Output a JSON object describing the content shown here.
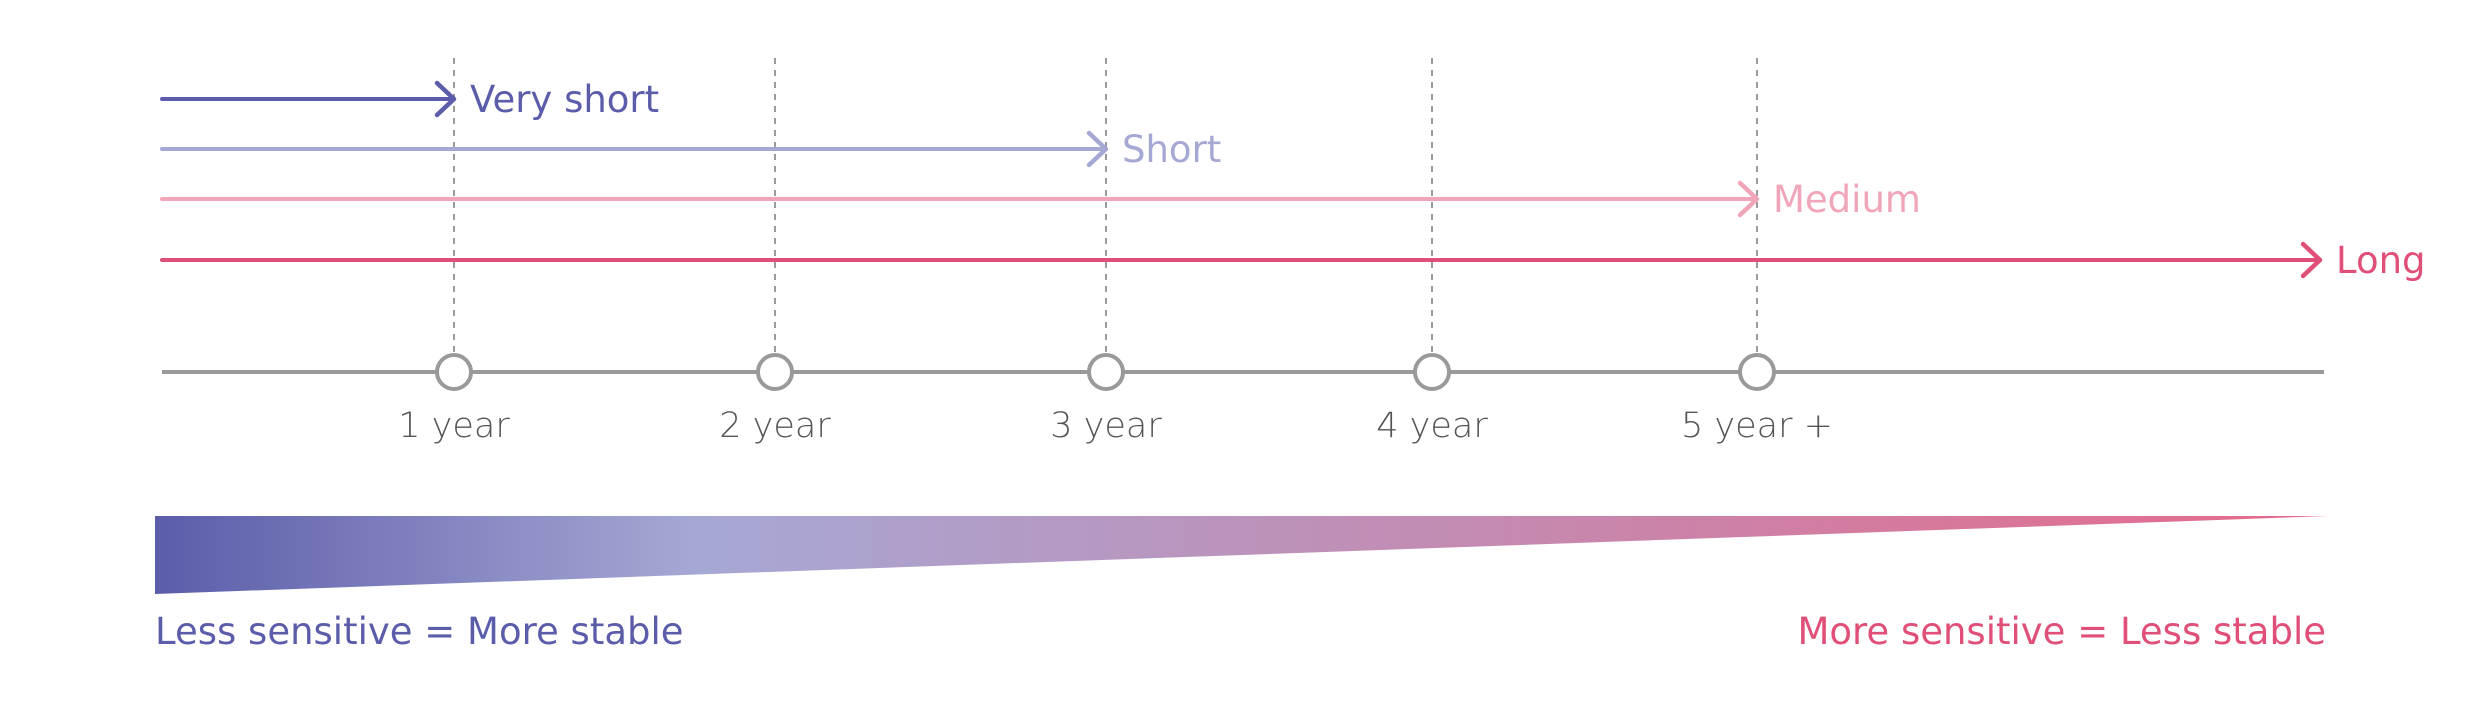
{
  "colors": {
    "very_short": "#5b5daa",
    "short": "#a6a8d4",
    "medium": "#f0a5b9",
    "long": "#e04f78",
    "axis": "#9a9a9a",
    "gridline": "#9a9a9a",
    "tick_text": "#555555",
    "left_caption": "#5b5daa",
    "right_caption": "#e04f78",
    "gradient_start": "#5b5daa",
    "gradient_mid": "#a6a8d4",
    "gradient_end": "#e56a8b"
  },
  "horizons": [
    {
      "key": "very_short",
      "label": "Very short",
      "ends_at_year": 1
    },
    {
      "key": "short",
      "label": "Short",
      "ends_at_year": 3
    },
    {
      "key": "medium",
      "label": "Medium",
      "ends_at_year": 5
    },
    {
      "key": "long",
      "label": "Long",
      "ends_at_year": null
    }
  ],
  "timeline": {
    "ticks": [
      {
        "year": 1,
        "label": "1 year"
      },
      {
        "year": 2,
        "label": "2 year"
      },
      {
        "year": 3,
        "label": "3 year"
      },
      {
        "year": 4,
        "label": "4 year"
      },
      {
        "year": 5,
        "label": "5 year +"
      }
    ]
  },
  "sensitivity": {
    "left_caption": "Less sensitive = More stable",
    "right_caption": "More sensitive = Less stable"
  }
}
